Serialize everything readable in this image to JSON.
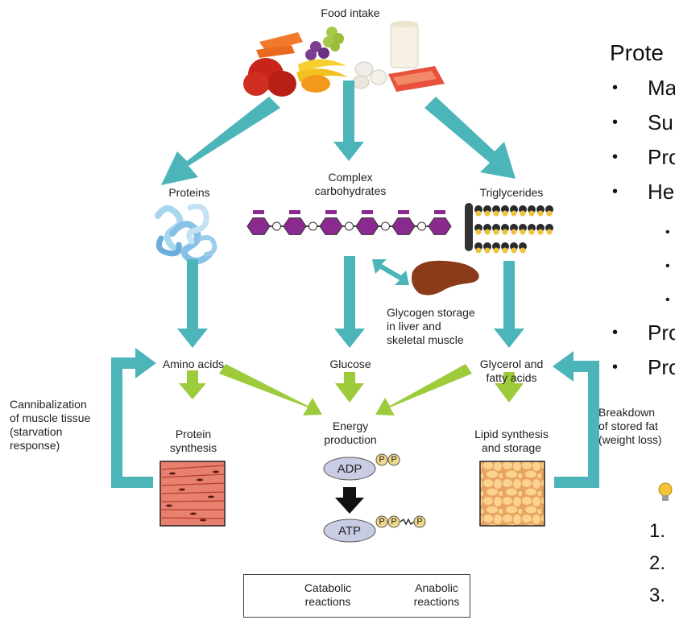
{
  "diagram": {
    "food_intake": "Food intake",
    "proteins": "Proteins",
    "complex_carbs": "Complex\ncarbohydrates",
    "triglycerides": "Triglycerides",
    "glycogen_storage": "Glycogen storage\nin liver and\nskeletal muscle",
    "amino_acids": "Amino acids",
    "glucose": "Glucose",
    "glycerol_fatty": "Glycerol and\nfatty acids",
    "energy_production": "Energy\nproduction",
    "protein_synthesis": "Protein\nsynthesis",
    "lipid_synthesis": "Lipid synthesis\nand storage",
    "cannibalization": "Cannibalization\nof muscle tissue\n(starvation\nresponse)",
    "breakdown_fat": "Breakdown\nof stored fat\n(weight loss)",
    "adp": "ADP",
    "atp": "ATP",
    "phosphate": "P",
    "legend_catabolic": "Catabolic\nreactions",
    "legend_anabolic": "Anabolic\nreactions"
  },
  "slide": {
    "heading": "Prote",
    "bullets": [
      "Ma",
      "Su",
      "Pro",
      "He",
      "Pro",
      "Pro"
    ],
    "numbers": [
      "1.",
      "2.",
      "3."
    ]
  },
  "colors": {
    "catabolic": "#4bb5ba",
    "anabolic": "#9dcb3c",
    "carb_hex": "#8a2a8e",
    "liver": "#8b3a1a",
    "adp_atp": "#c9cde3",
    "phosphate": "#f2d98a",
    "muscle": "#e07060",
    "fat": "#f5c987"
  },
  "icons": [
    "food-icon",
    "protein-icon",
    "carbohydrate-chain-icon",
    "triglyceride-icon",
    "liver-icon",
    "muscle-tissue-icon",
    "adipose-tissue-icon",
    "lightbulb-icon"
  ]
}
